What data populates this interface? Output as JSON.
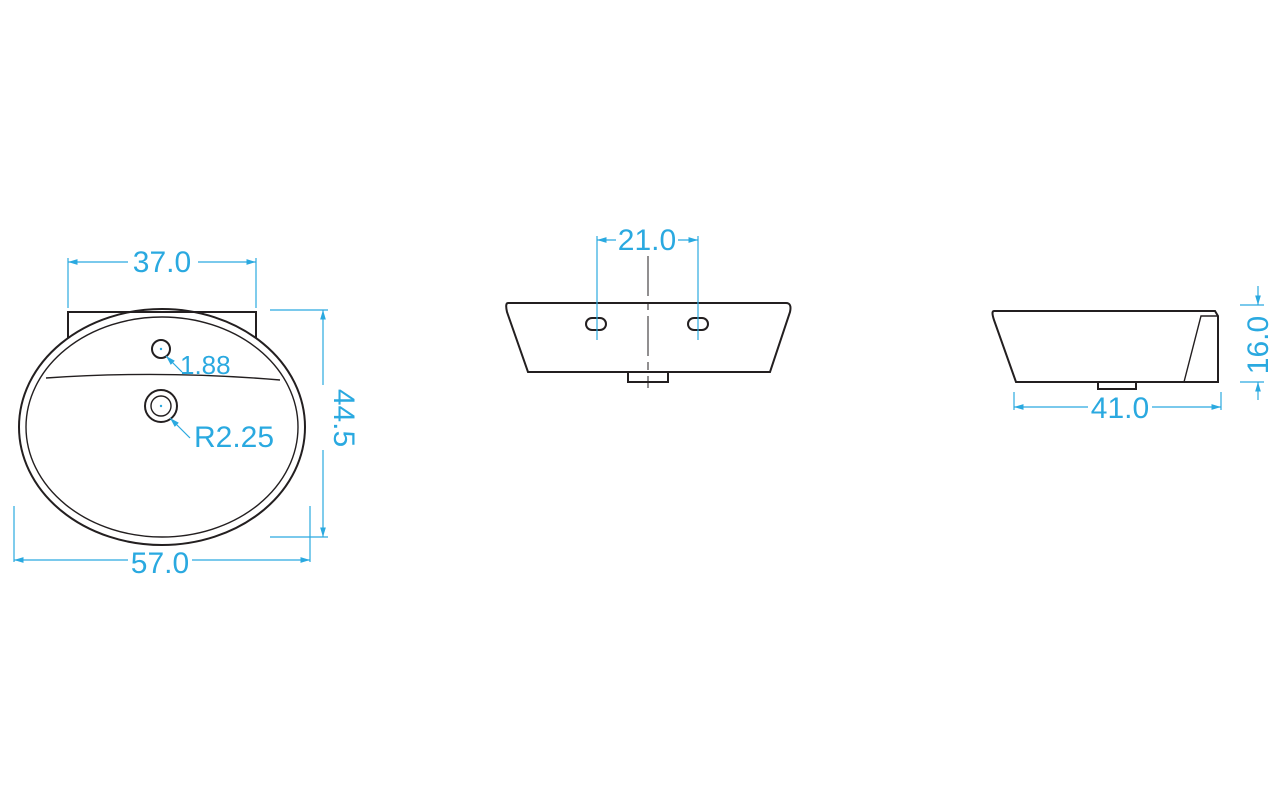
{
  "colors": {
    "outline": "#231f20",
    "dimension": "#2aa9e0",
    "background": "#ffffff"
  },
  "top_view": {
    "width_top": "37.0",
    "width_overall": "57.0",
    "depth": "44.5",
    "tap_hole": "1.88",
    "drain_radius": "R2.25"
  },
  "front_view": {
    "tap_spacing": "21.0"
  },
  "side_view": {
    "depth": "41.0",
    "height": "16.0"
  }
}
